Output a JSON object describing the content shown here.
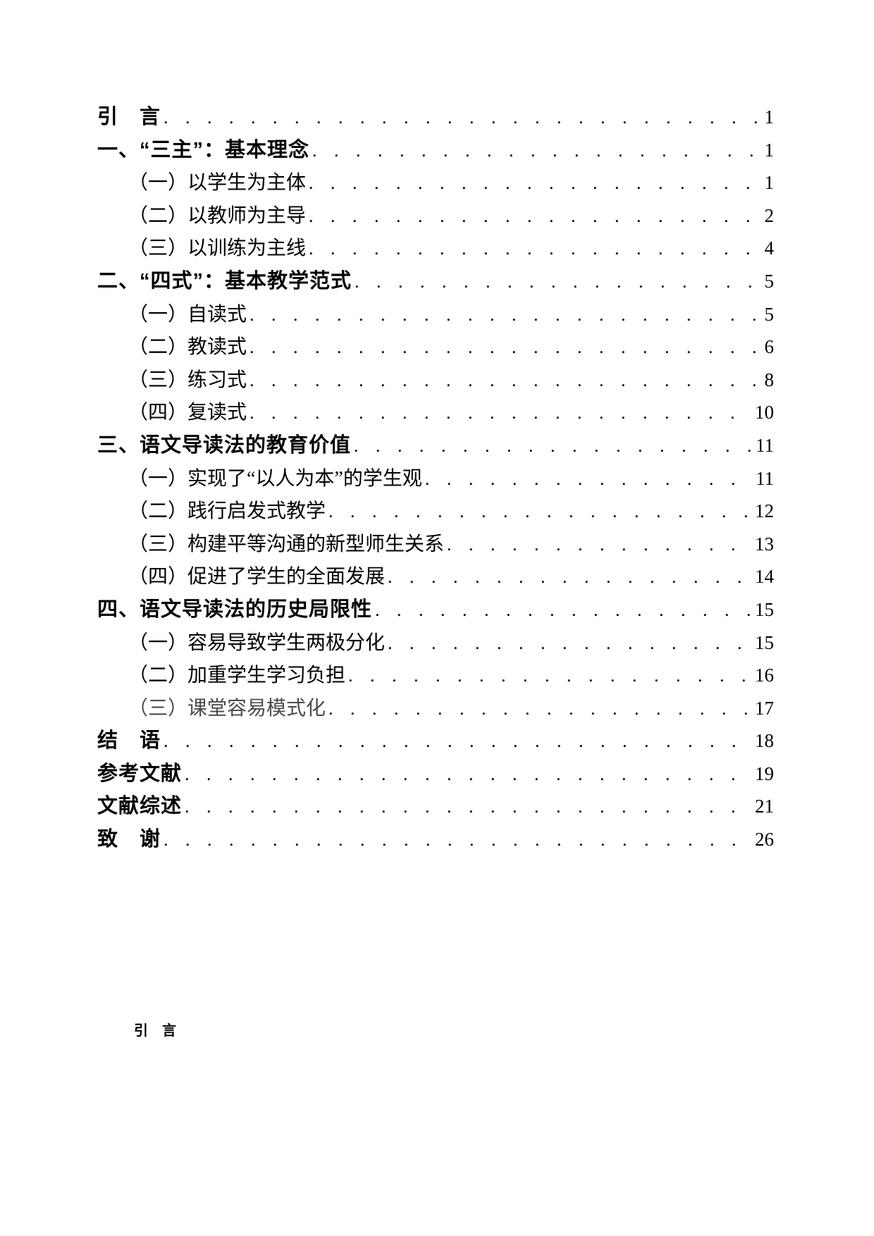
{
  "page": {
    "background": "#ffffff",
    "text_color": "#000000",
    "muted_color": "#4a4a4a"
  },
  "toc": {
    "entries": [
      {
        "label": "引　言",
        "page": "1",
        "level": 1
      },
      {
        "label": "一、“三主”：基本理念",
        "page": "1",
        "level": 1
      },
      {
        "label": "（一）以学生为主体",
        "page": "1",
        "level": 2
      },
      {
        "label": "（二）以教师为主导",
        "page": "2",
        "level": 2
      },
      {
        "label": "（三）以训练为主线",
        "page": "4",
        "level": 2
      },
      {
        "label": "二、“四式”：基本教学范式",
        "page": "5",
        "level": 1
      },
      {
        "label": "（一）自读式",
        "page": "5",
        "level": 2
      },
      {
        "label": "（二）教读式",
        "page": "6",
        "level": 2
      },
      {
        "label": "（三）练习式",
        "page": "8",
        "level": 2
      },
      {
        "label": "（四）复读式",
        "page": "10",
        "level": 2
      },
      {
        "label": "三、语文导读法的教育价值",
        "page": "11",
        "level": 1
      },
      {
        "label": "（一）实现了“以人为本”的学生观",
        "page": "11",
        "level": 2
      },
      {
        "label": "（二）践行启发式教学",
        "page": "12",
        "level": 2
      },
      {
        "label": "（三）构建平等沟通的新型师生关系",
        "page": "13",
        "level": 2
      },
      {
        "label": "（四）促进了学生的全面发展",
        "page": "14",
        "level": 2
      },
      {
        "label": "四、语文导读法的历史局限性",
        "page": "15",
        "level": 1
      },
      {
        "label": "（一）容易导致学生两极分化",
        "page": "15",
        "level": 2
      },
      {
        "label": "（二）加重学生学习负担",
        "page": "16",
        "level": 2
      },
      {
        "label": "（三）课堂容易模式化",
        "page": "17",
        "level": 2
      },
      {
        "label": "结　语",
        "page": "18",
        "level": 1
      },
      {
        "label": "参考文献",
        "page": "19",
        "level": 1
      },
      {
        "label": "文献综述",
        "page": "21",
        "level": 1
      },
      {
        "label": "致　谢",
        "page": "26",
        "level": 1
      }
    ]
  },
  "body_section": {
    "heading": "引　言"
  }
}
